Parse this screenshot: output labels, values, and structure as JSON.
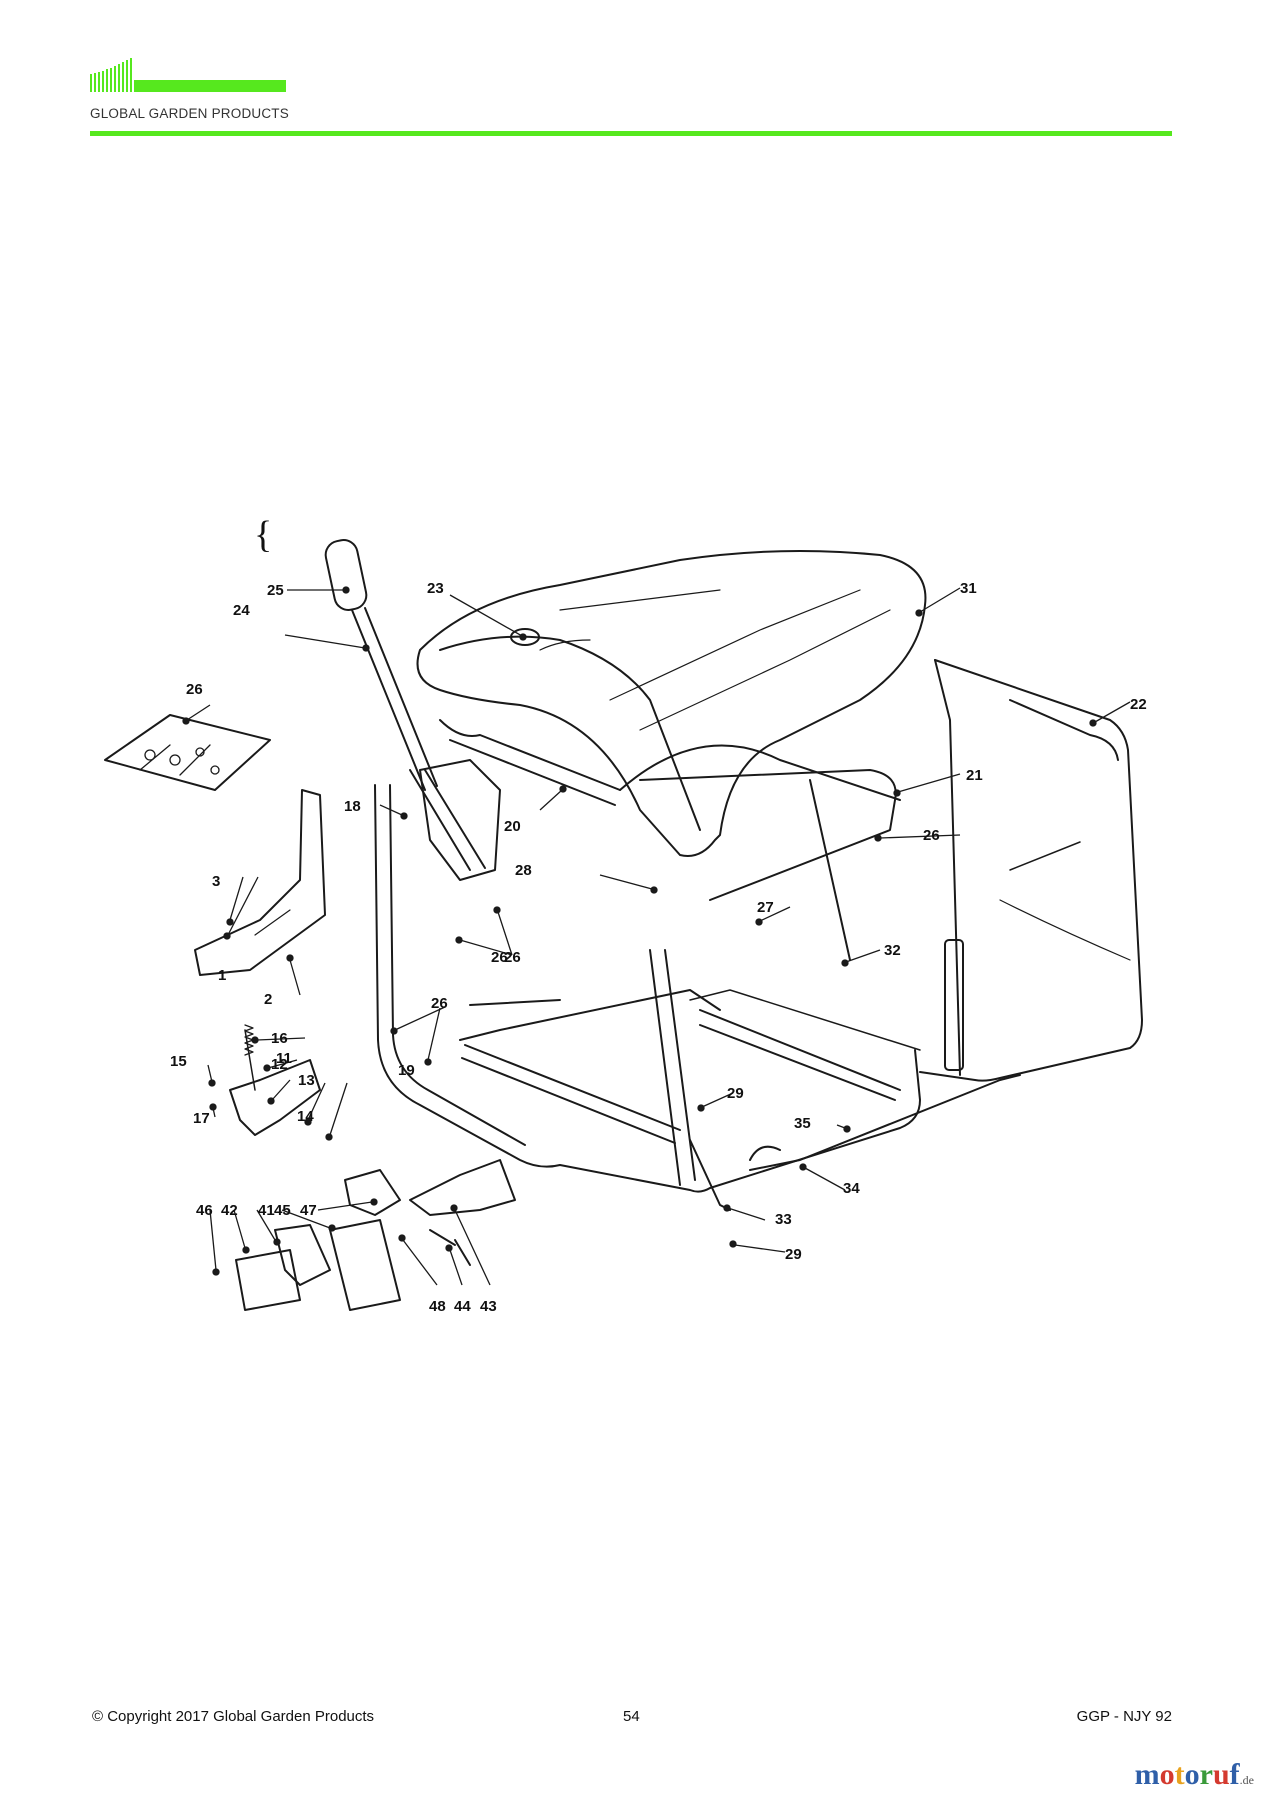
{
  "header": {
    "brand": "GLOBAL GARDEN PRODUCTS",
    "brand_color": "#56e81e"
  },
  "diagram": {
    "part_labels": [
      "1",
      "2",
      "3",
      "11",
      "12",
      "13",
      "14",
      "15",
      "16",
      "17",
      "18",
      "19",
      "20",
      "21",
      "22",
      "23",
      "24",
      "25",
      "26",
      "26",
      "26",
      "26",
      "26",
      "27",
      "28",
      "29",
      "29",
      "31",
      "32",
      "33",
      "34",
      "35",
      "41",
      "42",
      "43",
      "44",
      "45",
      "46",
      "47",
      "48"
    ]
  },
  "footer": {
    "copyright": "© Copyright 2017 Global Garden Products",
    "page_number": "54",
    "model_code": "GGP - NJY 92"
  },
  "watermark": {
    "letters": [
      {
        "ch": "m",
        "color": "#2f5fa8"
      },
      {
        "ch": "o",
        "color": "#d43a2f"
      },
      {
        "ch": "t",
        "color": "#e8a21e"
      },
      {
        "ch": "o",
        "color": "#2f5fa8"
      },
      {
        "ch": "r",
        "color": "#3a9a3a"
      },
      {
        "ch": "u",
        "color": "#d43a2f"
      },
      {
        "ch": "f",
        "color": "#2f5fa8"
      }
    ],
    "tld": ".de"
  }
}
